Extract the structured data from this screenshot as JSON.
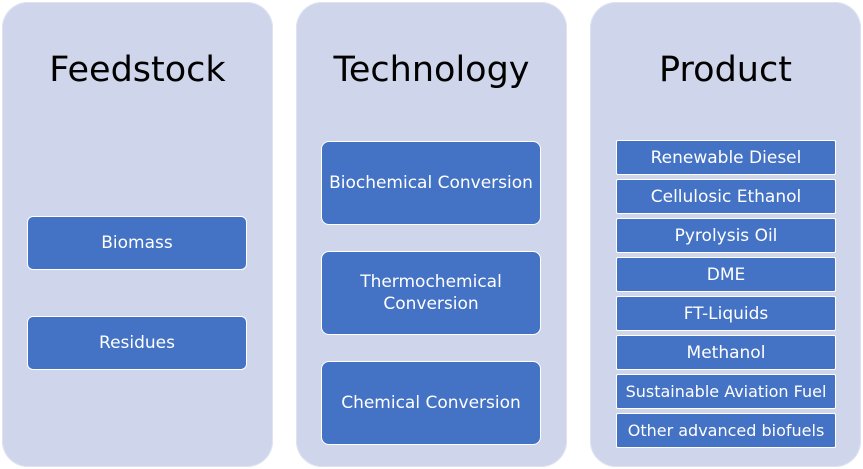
{
  "columns": {
    "feedstock": {
      "title": "Feedstock",
      "items": [
        "Biomass",
        "Residues"
      ]
    },
    "technology": {
      "title": "Technology",
      "items": [
        "Biochemical Conversion",
        "Thermochemical Conversion",
        "Chemical Conversion"
      ]
    },
    "product": {
      "title": "Product",
      "items": [
        "Renewable Diesel",
        "Cellulosic Ethanol",
        "Pyrolysis Oil",
        "DME",
        "FT-Liquids",
        "Methanol",
        "Sustainable Aviation Fuel",
        "Other advanced biofuels"
      ]
    }
  },
  "colors": {
    "column_background": "#cfd5ea",
    "box_fill": "#4472c4",
    "box_text": "#ffffff",
    "title_text": "#000000"
  }
}
